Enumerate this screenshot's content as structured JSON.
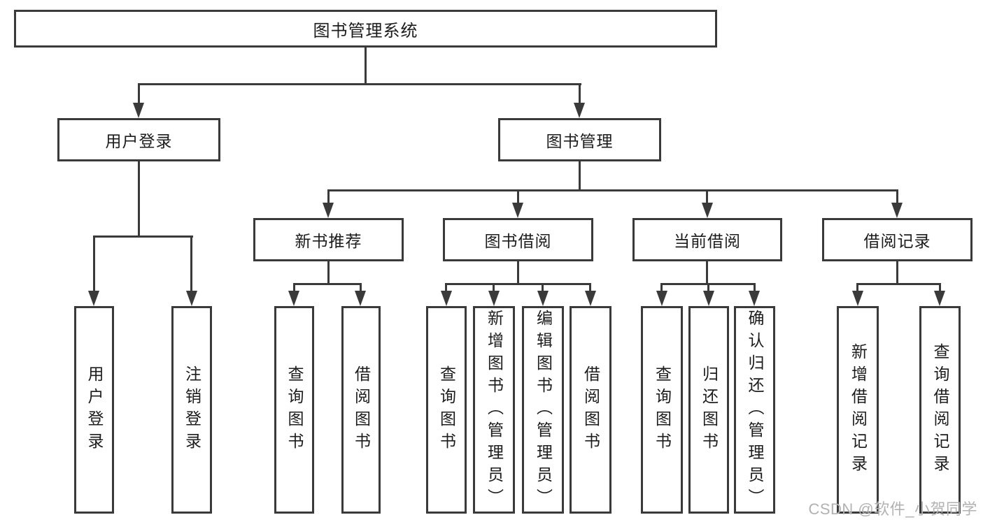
{
  "page": {
    "watermark": "CSDN @软件_小贺同学"
  },
  "colors": {
    "line": "#3a3a3a",
    "text": "#1c1c1c",
    "wm": "#b2b2b2",
    "bg": "#ffffff"
  },
  "tree": {
    "root": {
      "label": "图书管理系统"
    },
    "branches": [
      {
        "label": "用户登录",
        "children": [
          {
            "label": "用户登录"
          },
          {
            "label": "注销登录"
          }
        ]
      },
      {
        "label": "图书管理",
        "groups": [
          {
            "label": "新书推荐",
            "children": [
              {
                "label": "查询图书"
              },
              {
                "label": "借阅图书"
              }
            ]
          },
          {
            "label": "图书借阅",
            "children": [
              {
                "label": "查询图书"
              },
              {
                "label": "新增图书（管理员）"
              },
              {
                "label": "编辑图书（管理员）"
              },
              {
                "label": "借阅图书"
              }
            ]
          },
          {
            "label": "当前借阅",
            "children": [
              {
                "label": "查询图书"
              },
              {
                "label": "归还图书"
              },
              {
                "label": "确认归还（管理员）"
              }
            ]
          },
          {
            "label": "借阅记录",
            "children": [
              {
                "label": "新增借阅记录"
              },
              {
                "label": "查询借阅记录"
              }
            ]
          }
        ]
      }
    ]
  }
}
